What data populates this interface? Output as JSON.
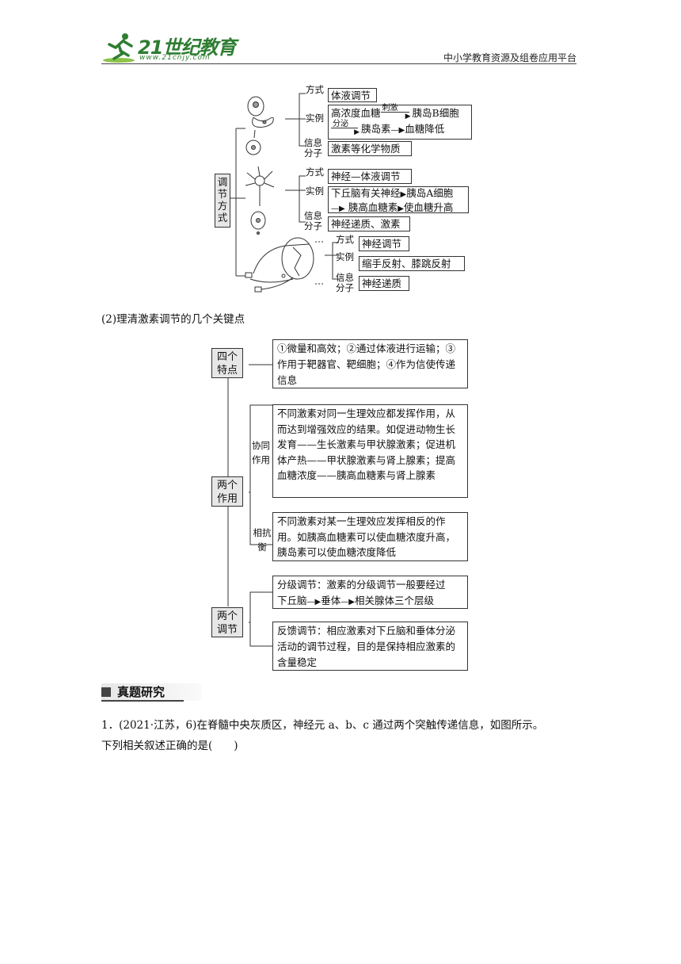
{
  "header": {
    "logo_text": "21世纪教育",
    "logo_url": "www.21cnjy.com",
    "platform": "中小学教育资源及组卷应用平台"
  },
  "diagram1": {
    "root": "调节方式",
    "humoral": {
      "mode_label": "方式",
      "mode": "体液调节",
      "example_label": "实例",
      "ex_line1_a": "高浓度血糖",
      "ex_line1_arrow": "刺激",
      "ex_line1_b": "胰岛B细胞",
      "ex_line2_arrow": "分泌",
      "ex_line2_a": "胰岛素",
      "ex_line2_b": "血糖降低",
      "info_label_1": "信息",
      "info_label_2": "分子",
      "info": "激素等化学物质"
    },
    "neuro_humoral": {
      "mode_label": "方式",
      "mode": "神经—体液调节",
      "example_label": "实例",
      "ex_line1_a": "下丘脑有关神经",
      "ex_line1_b": "胰岛A细胞",
      "ex_line2_a": "胰高血糖素",
      "ex_line2_b": "使血糖升高",
      "info_label_1": "信息",
      "info_label_2": "分子",
      "info": "神经递质、激素"
    },
    "neural": {
      "mode_label": "方式",
      "mode": "神经调节",
      "example_label": "实例",
      "example": "缩手反射、膝跳反射",
      "info_label_1": "信息",
      "info_label_2": "分子",
      "info": "神经递质"
    }
  },
  "section2_title": "(2)理清激素调节的几个关键点",
  "diagram2": {
    "features": {
      "label": "四个特点",
      "text": "①微量和高效；②通过体液进行运输；③作用于靶器官、靶细胞；④作为信使传递信息"
    },
    "two_effects": {
      "label": "两个作用",
      "synergy_label": "协同作用",
      "synergy_text": "不同激素对同一生理效应都发挥作用，从而达到增强效应的结果。如促进动物生长发育——生长激素与甲状腺激素；促进机体产热——甲状腺激素与肾上腺素；提高血糖浓度——胰高血糖素与肾上腺素",
      "antagonism_label": "相抗衡",
      "antagonism_text": "不同激素对某一生理效应发挥相反的作用。如胰高血糖素可以使血糖浓度升高，胰岛素可以使血糖浓度降低"
    },
    "two_regulations": {
      "label": "两个调节",
      "grading_1": "分级调节：激素的分级调节一般要经过",
      "grading_2a": "下丘脑",
      "grading_2b": "垂体",
      "grading_2c": "相关腺体三个层级",
      "feedback_text": "反馈调节：相应激素对下丘脑和垂体分泌活动的调节过程，目的是保持相应激素的含量稳定"
    }
  },
  "section3_title": "真题研究",
  "question": {
    "line1": "1．(2021·江苏，6)在脊髓中央灰质区，神经元 a、b、c 通过两个突触传递信息，如图所示。",
    "line2": "下列相关叙述正确的是(　　)"
  }
}
